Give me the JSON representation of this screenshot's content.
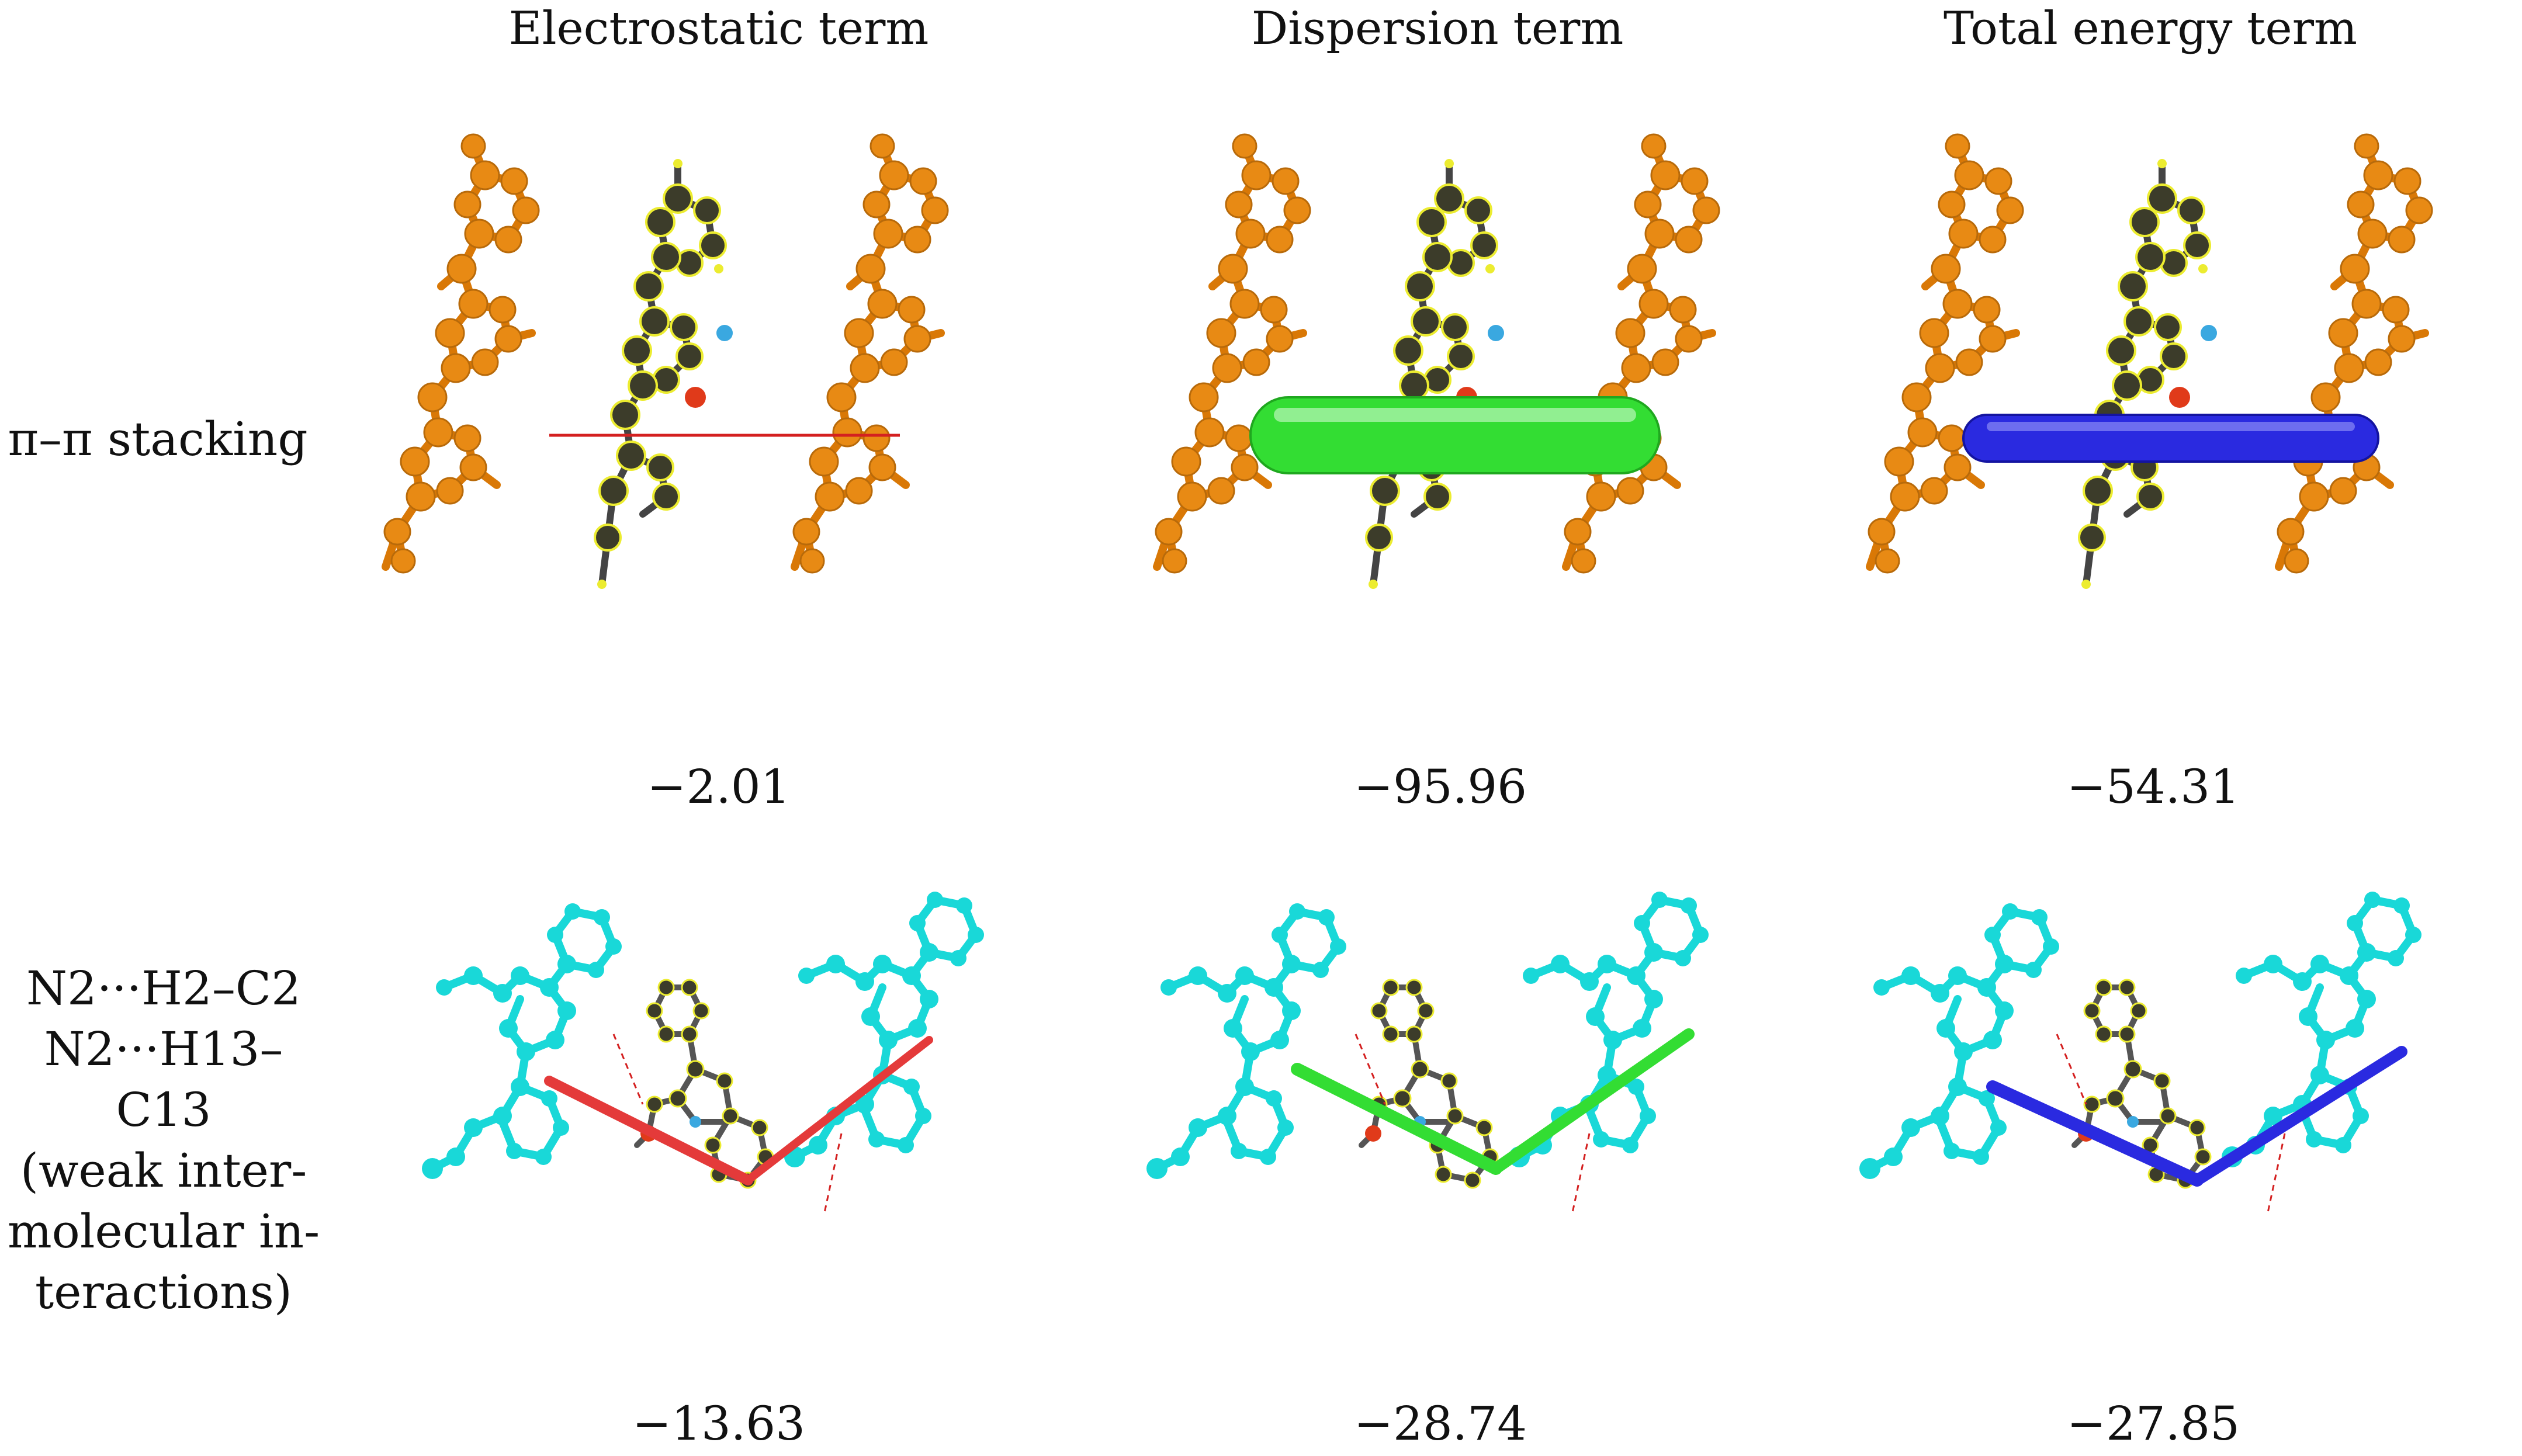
{
  "columns": [
    "Electrostatic term",
    "Dispersion term",
    "Total energy term"
  ],
  "rows": [
    {
      "label_lines": [
        "π–π stacking"
      ],
      "values": [
        "−2.01",
        "−95.96",
        "−54.31"
      ]
    },
    {
      "label_lines": [
        "N2···H2–C2",
        "N2···H13–C13",
        "(weak inter-",
        "molecular in-",
        "teractions)"
      ],
      "values": [
        "−13.63",
        "−28.74",
        "−27.85"
      ]
    }
  ],
  "colors": {
    "electrostatic": "#e43a3a",
    "dispersion": "#33dd33",
    "total": "#2a2ae0",
    "stack_molecule": "#e88a14",
    "weak_molecule": "#19d8d8",
    "central_molecule": "#3c3c2a",
    "highlight_atom": "#ecec30"
  },
  "icons": [
    "orange-stacked-molecule",
    "yellow-highlighted-central-molecule",
    "cyan-neighbour-molecule",
    "energy-framework-cylinder"
  ]
}
